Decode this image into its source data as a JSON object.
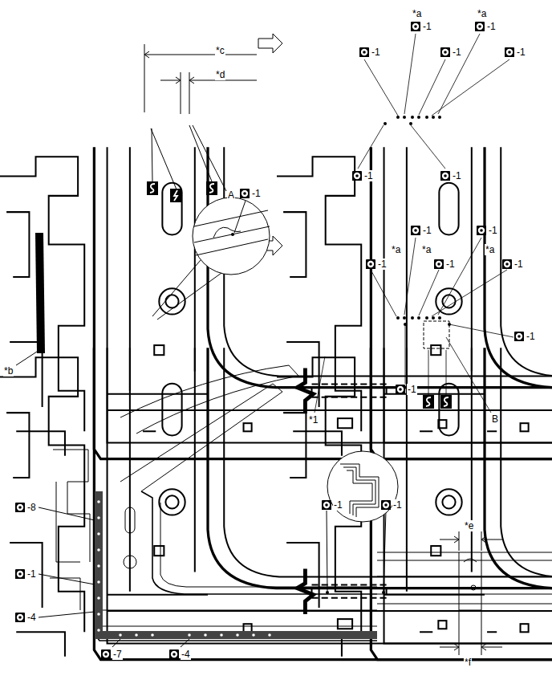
{
  "diagram": {
    "labels": [
      "*c",
      "*d",
      "A",
      "*a",
      "*a",
      "-1",
      "-1",
      "-1",
      "-1",
      "-1",
      "-1",
      "-1",
      "-1",
      "*b",
      "-1",
      "-1",
      "*a",
      "*a",
      "*a",
      "-1",
      "-1",
      "-1",
      "-1",
      "*1",
      "-1",
      "B",
      "-1",
      "-1",
      "-8",
      "-1",
      "-4",
      "-7",
      "-4",
      "*e",
      "*f"
    ]
  }
}
